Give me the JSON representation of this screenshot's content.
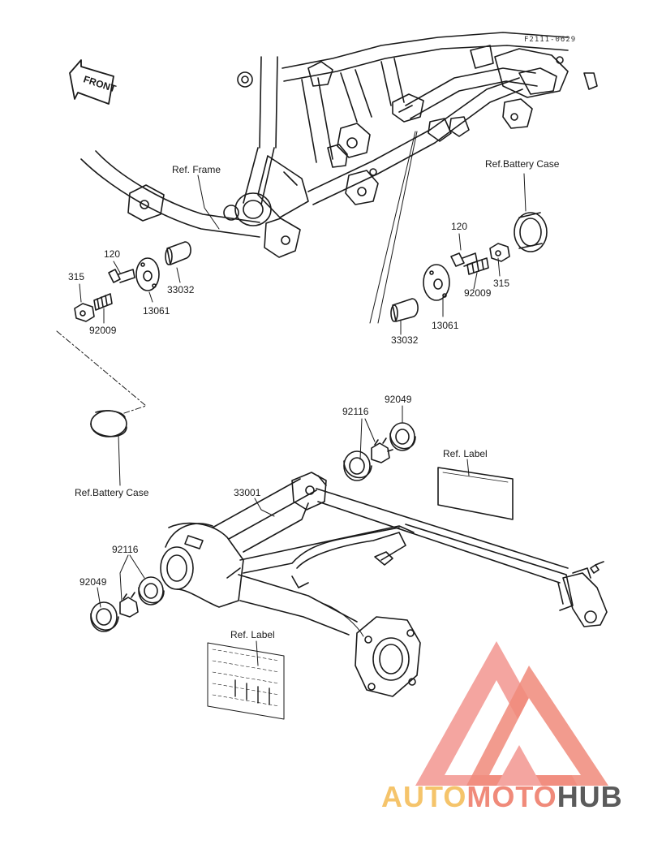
{
  "diagram": {
    "code": "F2111-0629",
    "front_label": "FRONT",
    "labels": {
      "ref_frame": "Ref. Frame",
      "ref_battery_case_top": "Ref.Battery Case",
      "ref_battery_case_left": "Ref.Battery Case",
      "ref_label_right": "Ref. Label",
      "ref_label_bottom": "Ref. Label",
      "p120_left": "120",
      "p315_left": "315",
      "p13061_left": "13061",
      "p33032_left": "33032",
      "p92009_left": "92009",
      "p120_right": "120",
      "p92009_right": "92009",
      "p315_right": "315",
      "p33032_right": "33032",
      "p13061_right": "13061",
      "p92116_top": "92116",
      "p92049_top": "92049",
      "p33001": "33001",
      "p92116_bottom": "92116",
      "p92049_bottom": "92049"
    }
  },
  "watermark": {
    "part1": "AUTO",
    "part2": "MOTO",
    "part3": "HUB",
    "colors": {
      "light": "#f5c46b",
      "red": "#f08a7a",
      "grey": "#5b5b5b"
    }
  }
}
